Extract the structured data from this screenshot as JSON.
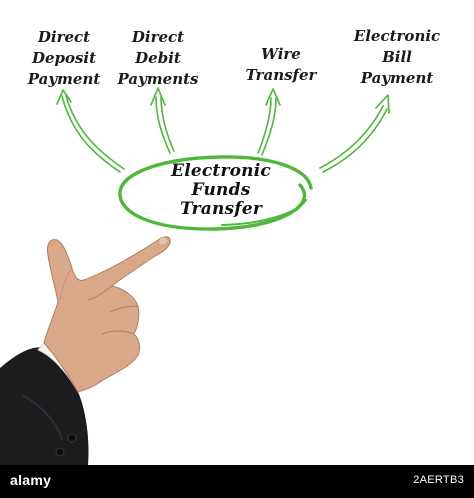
{
  "diagram": {
    "center": {
      "label": "Electronic\nFunds\nTransfer"
    },
    "branches": [
      {
        "id": "direct-deposit",
        "label": "Direct\nDeposit\nPayment"
      },
      {
        "id": "direct-debit",
        "label": "Direct\nDebit\nPayments"
      },
      {
        "id": "wire",
        "label": "Wire\nTransfer"
      },
      {
        "id": "ebill",
        "label": "Electronic\nBill\nPayment"
      }
    ],
    "accent_color": "#4fb83a"
  },
  "footer": {
    "logo_text": "alamy",
    "image_code": "2AERTB3"
  }
}
